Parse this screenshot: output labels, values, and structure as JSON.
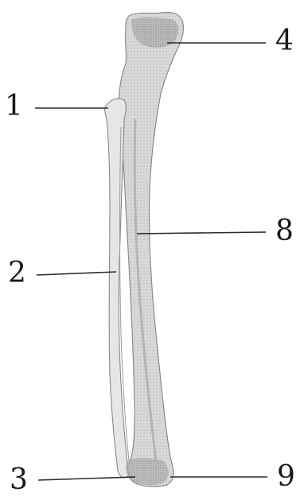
{
  "diagram": {
    "labels": {
      "l1": "1",
      "l2": "2",
      "l3": "3",
      "l4": "4",
      "l8": "8",
      "l9": "9"
    },
    "colors": {
      "bone_fill": "#dedede",
      "bone_shade": "#b8b8b8",
      "bone_outline": "#8a8a8a",
      "leader_line": "#2a2a2a",
      "label_text": "#1a1a1a"
    }
  }
}
